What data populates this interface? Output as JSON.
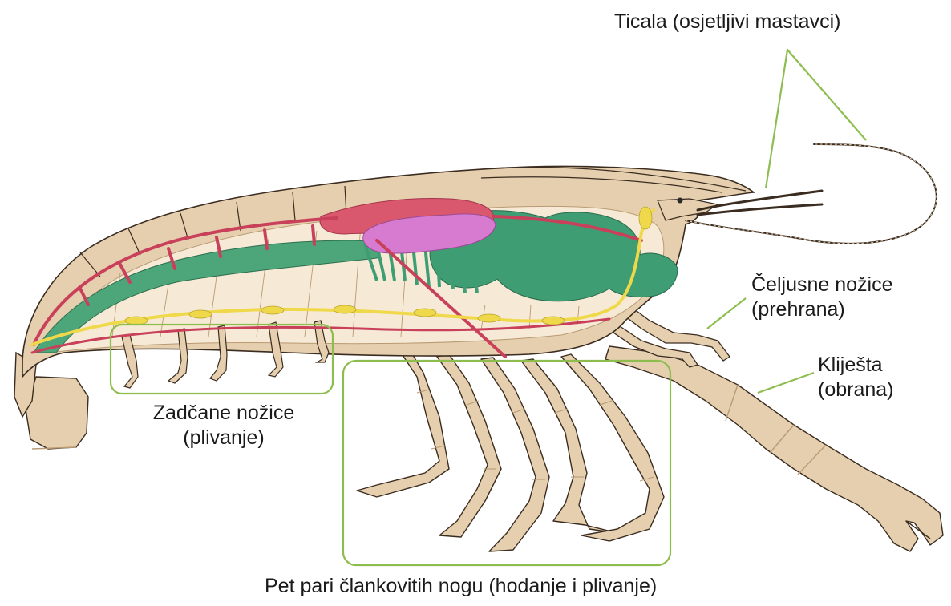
{
  "labels": {
    "antennae": "Ticala (osjetljivi mastavci)",
    "maxilliped_line1": "Čeljusne nožice",
    "maxilliped_line2": "(prehrana)",
    "claws_line1": "Kliješta",
    "claws_line2": "(obrana)",
    "swimmerets_line1": "Zadčane nožice",
    "swimmerets_line2": "(plivanje)",
    "walking_legs": "Pet pari člankovitih nogu (hodanje i plivanje)"
  },
  "colors": {
    "shell": "#e6cfae",
    "shell_dark": "#b99a73",
    "shell_inner": "#f6ead6",
    "heart_red": "#d9586e",
    "vessel_red": "#c8405a",
    "stomach_pink": "#d77bd0",
    "gills_green": "#3f9d73",
    "gut_green": "#4da67a",
    "nerve_yellow": "#efd94a",
    "callout_green": "#8dbd4e",
    "outline": "#3a2c20"
  }
}
